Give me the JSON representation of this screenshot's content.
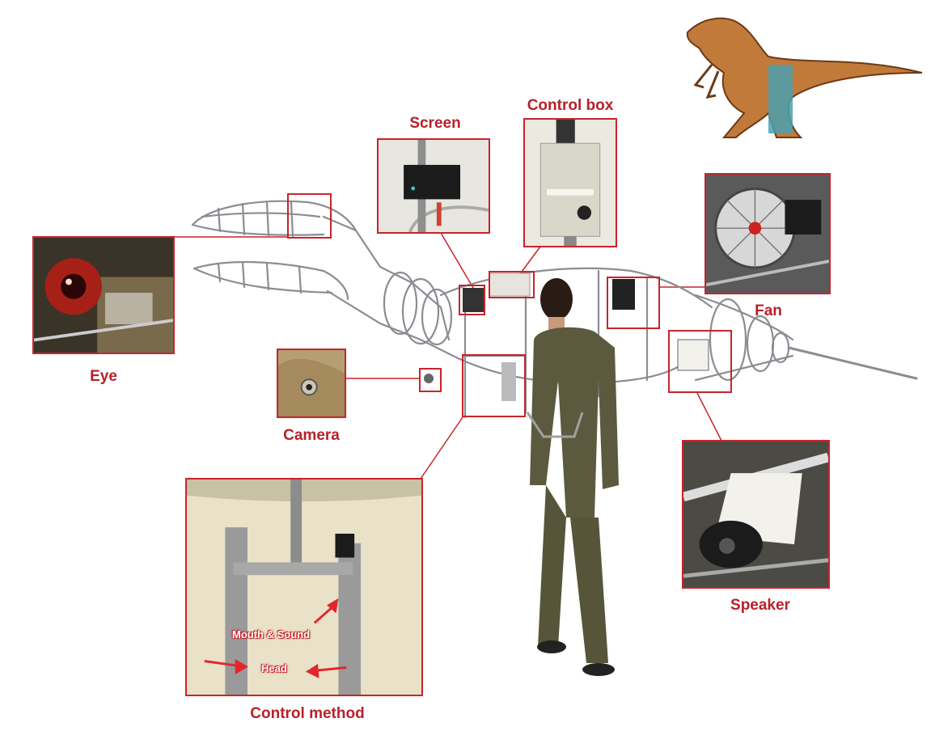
{
  "labels": {
    "eye": "Eye",
    "screen": "Screen",
    "control_box": "Control box",
    "fan": "Fan",
    "camera": "Camera",
    "speaker": "Speaker",
    "control_method": "Control method"
  },
  "control_annotations": {
    "mouth_sound": "Mouth & Sound",
    "head": "Head"
  },
  "colors": {
    "accent": "#c8242c",
    "label_text": "#b8202a",
    "frame_metal": "#8a8d92"
  },
  "icons": {
    "dinosaur": "velociraptor-illustration",
    "person": "person-wearing-frame"
  }
}
